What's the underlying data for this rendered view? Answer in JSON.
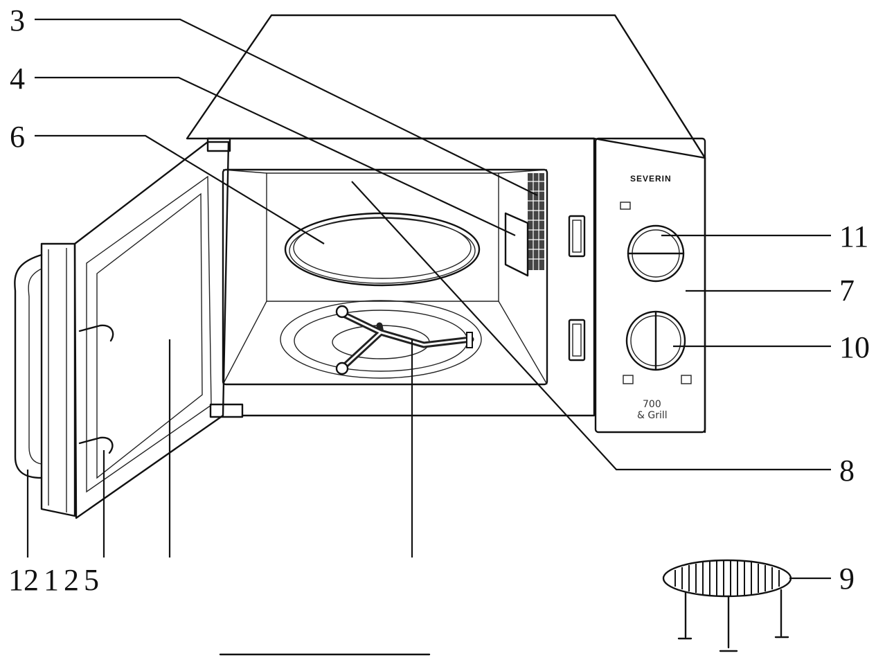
{
  "callouts": {
    "c3": "3",
    "c4": "4",
    "c6": "6",
    "c11": "11",
    "c7": "7",
    "c10": "10",
    "c8": "8",
    "c9": "9",
    "bottom": "12 1 2 5"
  },
  "panel": {
    "brand": "SEVERIN",
    "model_line1": "700",
    "model_line2": "& Grill"
  },
  "colors": {
    "line": "#111111",
    "background": "#ffffff"
  }
}
